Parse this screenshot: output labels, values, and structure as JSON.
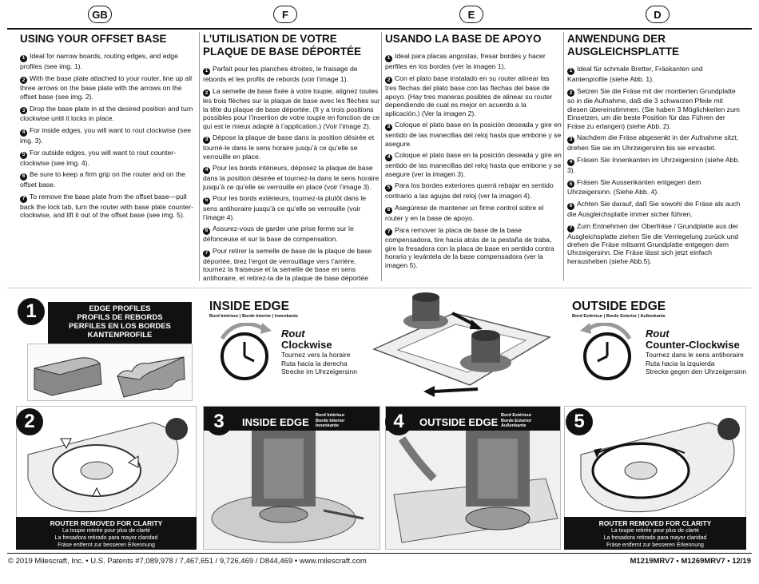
{
  "languages": [
    "GB",
    "F",
    "E",
    "D"
  ],
  "columns": [
    {
      "title": "USING YOUR OFFSET BASE",
      "paras": [
        "Ideal for narrow boards, routing edges, and edge profiles (see img. 1).",
        "With the base plate attached to your router, line up all three arrows on the base plate with the arrows on the offset base (see img. 2).",
        "Drop the base plate in at the desired position and turn clockwise until it locks in place.",
        "For inside edges, you will want to rout clockwise (see img. 3).",
        "For outside edges, you will want to rout counter-clockwise (see img. 4).",
        "Be sure to keep a firm grip on the router and on the offset base.",
        "To remove the base plate from the offset base—pull back the lock tab, turn the router with base plate counter-clockwise, and lift it out of the offset base (see img. 5)."
      ]
    },
    {
      "title": "L’UTILISATION DE VOTRE PLAQUE DE BASE DÉPORTÉE",
      "paras": [
        "Parfait pour les planches étroites, le fraisage de rebords et les profils de rebords (voir l’image 1).",
        "La semelle de base fixée à votre toupie, alignez toutes les trois flèches sur la plaque de base avec les flèches sur la tête du plaque de base déportée. (Il y a trois positions possibles pour l’insertion de votre toupie en fonction de ce qui est le mieux adapté à l’application.) (Voir l’image 2).",
        "Dépose la plaque de base dans la position désirée et tourné-le dans le sens horaire jusqu’à ce qu’elle se verrouille en place.",
        "Pour les bords intérieurs, déposez la plaque de base dans la position désirée et tournez-la dans le sens horaire jusqu’à ce qu’elle se verrouille en place (voir l’image 3).",
        "Pour les bords extérieurs, tournez-la plutôt dans le sens antihoraire jusqu’à ce qu’elle se verrouille (voir l’image 4).",
        "Assurez-vous de garder une prise ferme sur le défonceuse et sur la base de compensation.",
        "Pour retirer la semelle de base de la plaque de base déportée, tirez l’ergot de verrouillage vers l’arrière, tournez la fraiseuse et la semelle de base en sens antihoraire, et retirez-la de la plaque de base déportée (voir l’image 5)."
      ]
    },
    {
      "title": "USANDO LA BASE DE APOYO",
      "paras": [
        "Ideal para placas angostas, fresar bordes y hacer perfiles en los bordes (ver la imagen 1).",
        "Con el plato base instalado en su router alinear las tres flechas del plato base con las flechas del base de apoyo. (Hay tres maneras posibles de alinear su router dependiendo de cual es mejor en acuerdo a la aplicación.) (Ver la imagen 2).",
        "Coloque el plato base en la posición deseada y gire en sentido de las manecillas del reloj hasta que embone y se asegure.",
        "Coloque el plato base en la posición deseada y gire en sentido de las manecillas del reloj hasta que embone y se asegure (ver la imagen 3).",
        "Para los bordes exteriores querrá rebajar en sentido contrario a las agujas del reloj (ver la imagen 4).",
        "Asegúrese de mantener un firme control sobre el router y en la base de apoyo.",
        "Para remover la placa de base de la base compensadora, tire hacia atrás de la pestaña de traba, gire la fresadora con la placa de base en sentido contra horario y levántela de la base compensadora (ver la imagen 5)."
      ]
    },
    {
      "title": "ANWENDUNG DER AUSGLEICHSPLATTE",
      "paras": [
        "Ideal für schmale Bretter, Fräskanten und Kantenprofile (siehe Abb. 1).",
        "Setzen Sie die Fräse mit der montierten Grundplatte so in die Aufnahme, daß die 3 schwarzen Pfeile mit diesen übereinstimmen. (Sie haben 3 Möglichkeiten zum Einsetzen, um die beste Position für das Führen der Fräse zu erlangen) (siehe Abb. 2).",
        "Nachdem die Fräse abgesenkt in der Aufnahme sitzt, drehen Sie sie im Uhrzeigersinn bis sie einrastet.",
        "Fräsen Sie Innenkanten im Uhrzeigersinn (siehe Abb. 3).",
        "Fräsen Sie Aussenkanten entgegen dem Uhrzeigersinn. (Siehe Abb. 4).",
        "Achten Sie darauf, daß Sie sowohl die Fräse als auch die Ausgleichsplatte immer sicher führen.",
        "Zum Entnehmen der Oberfräse / Grundplatte aus der Ausgleichsplatte ziehen Sie die Verriegelung zurück und drehen die Fräse mitsamt Grundplatte entgegen dem Uhrzeigersinn. Die Fräse lässt sich jetzt einfach herausheben (siehe Abb.5)."
      ]
    }
  ],
  "numbers": [
    "1",
    "2",
    "3",
    "4",
    "5",
    "6",
    "7"
  ],
  "fig1": {
    "num": "1",
    "lines": [
      "EDGE PROFILES",
      "PROFILS DE REBORDS",
      "PERFILES EN LOS BORDES",
      "KANTENPROFILE"
    ]
  },
  "inside": {
    "title": "INSIDE EDGE",
    "sub": "Bord Intérieur | Borde Interior | Innenkante",
    "rout": "Rout",
    "dir": "Clockwise",
    "lines": [
      "Tournez vers la horaire",
      "Ruta hacia la derecha",
      "Strecke im Uhrzeigersinn"
    ]
  },
  "outside": {
    "title": "OUTSIDE EDGE",
    "sub": "Bord Extérieur | Borde Exterior | Außenkante",
    "rout": "Rout",
    "dir": "Counter-Clockwise",
    "lines": [
      "Tournez dans le sens antihoraire",
      "Ruta hacia la izquierda",
      "Strecke gegen den Uhrzeigersinn"
    ]
  },
  "step2": {
    "num": "2"
  },
  "step3": {
    "num": "3",
    "title": "INSIDE EDGE",
    "sub": [
      "Bord Intérieur",
      "Borde Interior",
      "Innenkante"
    ]
  },
  "step4": {
    "num": "4",
    "title": "OUTSIDE EDGE",
    "sub": [
      "Bord Extérieur",
      "Borde Exterior",
      "Außenkante"
    ]
  },
  "step5": {
    "num": "5"
  },
  "removed": [
    "ROUTER REMOVED FOR CLARITY",
    "La toupie retirée pour plus de clarté",
    "La fresadora retirado para mayor claridad",
    "Fräse entfernt zur besseren Erkennung"
  ],
  "footer": {
    "left": "© 2019 Milescraft, Inc. • U.S. Patents #7,089,978 / 7,467,651 / 9,726,469 / D844,469 • www.milescraft.com",
    "right": "M1219MRV7 • M1269MRV7 • 12/19"
  }
}
